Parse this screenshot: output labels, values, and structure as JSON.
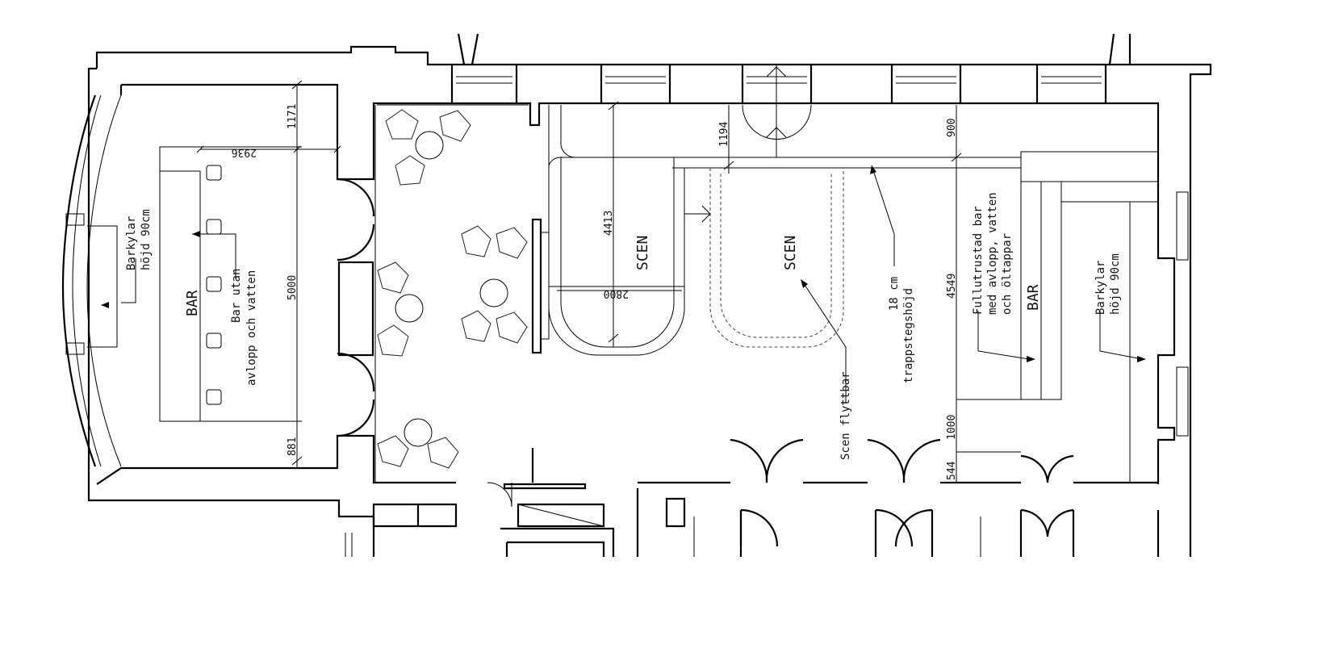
{
  "labels": {
    "left_barkylar": [
      "Barkylar",
      "höjd 90cm"
    ],
    "left_bar": "BAR",
    "left_bar_note": [
      "Bar utan",
      "avlopp och vatten"
    ],
    "scen1": "SCEN",
    "scen2": "SCEN",
    "trapp": [
      "18 cm",
      "trappstegshöjd"
    ],
    "scen_flyttbar": "Scen flyttbar",
    "right_bar_note": [
      "Fullutrustad bar",
      "med avlopp, vatten",
      "och öltappar"
    ],
    "right_bar": "BAR",
    "right_barkylar": [
      "Barkylar",
      "höjd 90cm"
    ]
  },
  "dimensions": {
    "d1171": "1171",
    "d2936": "2936",
    "d5000": "5000",
    "d881": "881",
    "d1194": "1194",
    "d4413": "4413",
    "d2800": "2800",
    "d900": "900",
    "d4549": "4549",
    "d1000": "1000",
    "d544": "544"
  }
}
